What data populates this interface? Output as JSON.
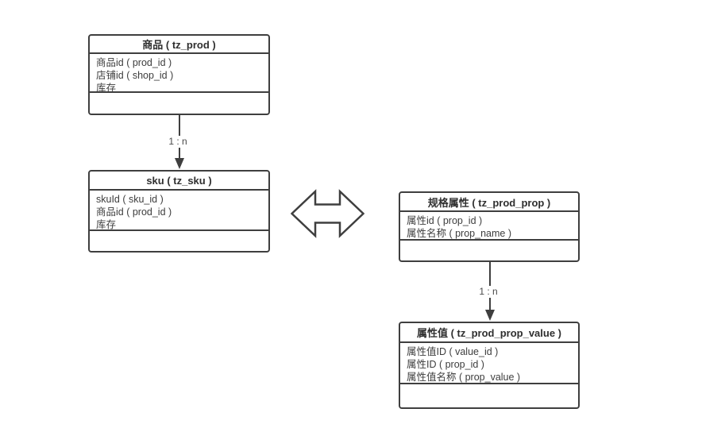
{
  "canvas": {
    "background": "#ffffff",
    "stroke_color": "#3f3f3f",
    "text_color": "#3d3d3d"
  },
  "tables": [
    {
      "name": "prod",
      "title": "商品 ( tz_prod )",
      "fields": [
        "商品id ( prod_id )",
        "店铺id ( shop_id )",
        "库存"
      ]
    },
    {
      "name": "sku",
      "title": "sku ( tz_sku )",
      "fields": [
        "skuId ( sku_id )",
        "商品id ( prod_id )",
        "库存"
      ]
    },
    {
      "name": "prod_prop",
      "title": "规格属性 ( tz_prod_prop )",
      "fields": [
        "属性id ( prop_id )",
        "属性名称 ( prop_name )"
      ]
    },
    {
      "name": "prod_prop_value",
      "title": "属性值 ( tz_prod_prop_value )",
      "fields": [
        "属性值ID ( value_id )",
        "属性ID ( prop_id )",
        "属性值名称 ( prop_value )"
      ]
    }
  ],
  "relations": [
    {
      "from": "prod",
      "to": "sku",
      "label": "1 : n",
      "type": "one-to-many-arrow"
    },
    {
      "from": "prod_prop",
      "to": "prod_prop_value",
      "label": "1 : n",
      "type": "one-to-many-arrow"
    },
    {
      "from": "sku",
      "to": "prod_prop",
      "label": "",
      "type": "hollow-double-arrow"
    }
  ]
}
